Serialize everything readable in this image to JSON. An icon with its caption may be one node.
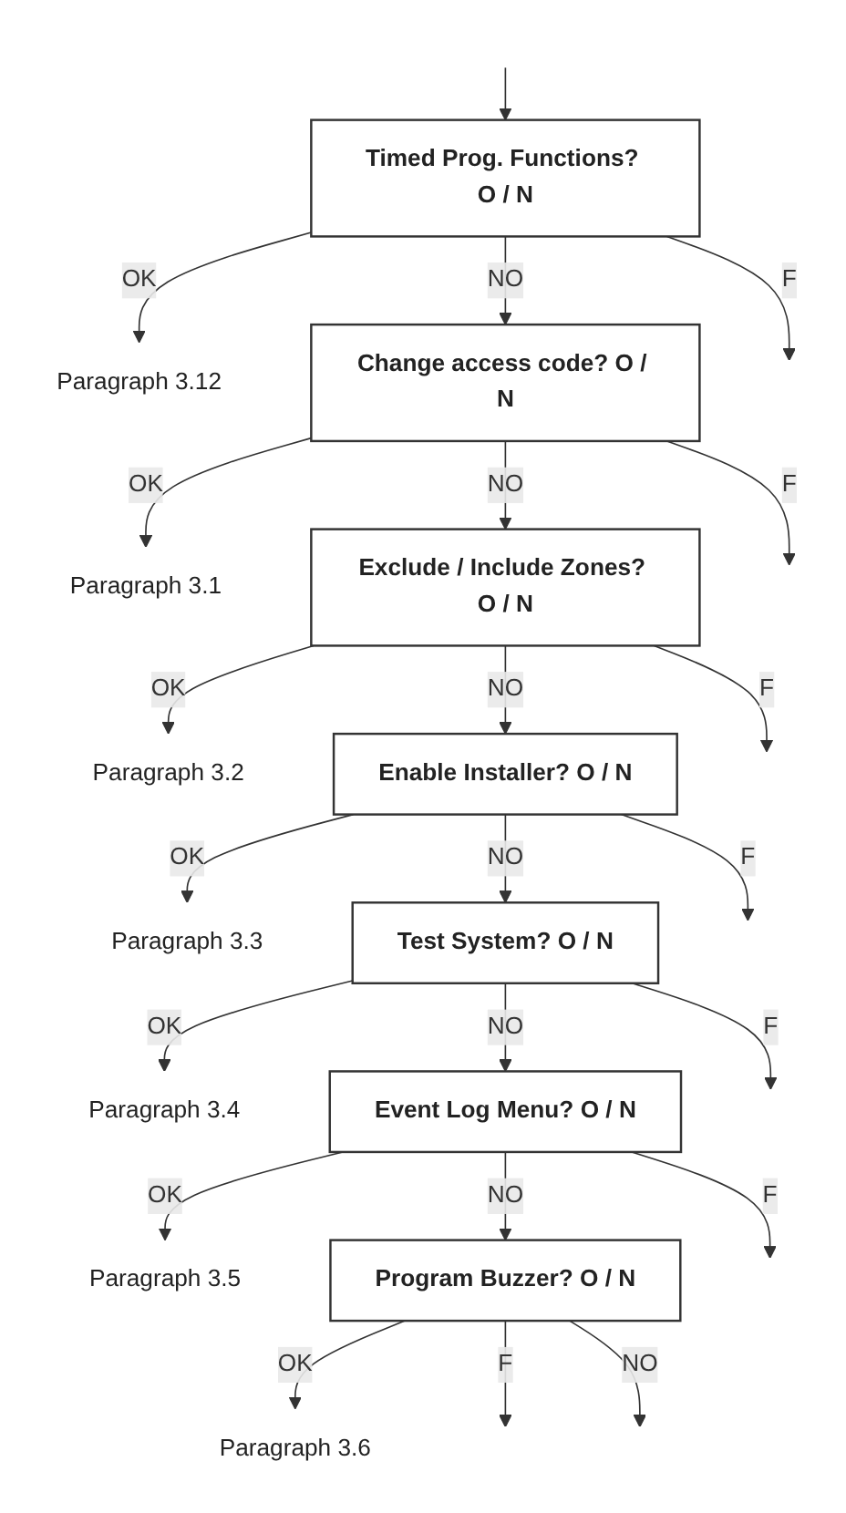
{
  "diagram": {
    "nodes": [
      {
        "text": [
          "Timed Prog. Functions? O / N"
        ]
      },
      {
        "text": [
          "Paragraph 3.12"
        ]
      },
      {
        "text": [
          "Change access code? O / N"
        ]
      },
      {
        "text": [
          "Paragraph 3.1"
        ]
      },
      {
        "text": [
          "Exclude / Include Zones? O / N"
        ]
      },
      {
        "text": [
          "Paragraph 3.2"
        ]
      },
      {
        "text": [
          "Enable Installer? O / N"
        ]
      },
      {
        "text": [
          "Paragraph 3.3"
        ]
      },
      {
        "text": [
          "Test System? O / N"
        ]
      },
      {
        "text": [
          "Paragraph 3.4"
        ]
      },
      {
        "text": [
          "Event Log Menu? O / N"
        ]
      },
      {
        "text": [
          "Paragraph 3.5"
        ]
      },
      {
        "text": [
          "Program Buzzer? O / N"
        ]
      },
      {
        "text": [
          "Paragraph 3.6"
        ]
      }
    ],
    "edges": [
      {
        "from": null,
        "to": 0,
        "arrow": "to"
      },
      {
        "from": 0,
        "to": 1,
        "label": "OK",
        "arrow": "to"
      },
      {
        "from": 0,
        "to": null,
        "label": "F",
        "arrow": "to"
      },
      {
        "from": 0,
        "to": 2,
        "label": "NO",
        "arrow": "to"
      },
      {
        "from": 2,
        "to": 3,
        "label": "OK",
        "arrow": "to"
      },
      {
        "from": 2,
        "to": null,
        "label": "F",
        "arrow": "to"
      },
      {
        "from": 2,
        "to": 4,
        "label": "NO",
        "arrow": "to"
      },
      {
        "from": 4,
        "to": 5,
        "label": "OK",
        "arrow": "to"
      },
      {
        "from": 4,
        "to": null,
        "label": "F",
        "arrow": "to"
      },
      {
        "from": 4,
        "to": 6,
        "label": "NO",
        "arrow": "to"
      },
      {
        "from": 6,
        "to": 7,
        "label": "OK",
        "arrow": "to"
      },
      {
        "from": 6,
        "to": null,
        "label": "F",
        "arrow": "to"
      },
      {
        "from": 6,
        "to": 8,
        "label": "NO",
        "arrow": "to"
      },
      {
        "from": 8,
        "to": 9,
        "label": "OK",
        "arrow": "to"
      },
      {
        "from": 8,
        "to": null,
        "label": "F",
        "arrow": "to"
      },
      {
        "from": 8,
        "to": 10,
        "label": "NO",
        "arrow": "to"
      },
      {
        "from": 10,
        "to": 11,
        "label": "OK",
        "arrow": "to"
      },
      {
        "from": 10,
        "to": null,
        "label": "F",
        "arrow": "to"
      },
      {
        "from": 10,
        "to": 12,
        "label": "NO",
        "arrow": "to"
      },
      {
        "from": 12,
        "to": 13,
        "label": "OK",
        "arrow": "to"
      },
      {
        "from": 12,
        "to": null,
        "label": "F",
        "arrow": "to"
      },
      {
        "from": 12,
        "to": null,
        "label": "NO",
        "arrow": "to"
      }
    ]
  }
}
